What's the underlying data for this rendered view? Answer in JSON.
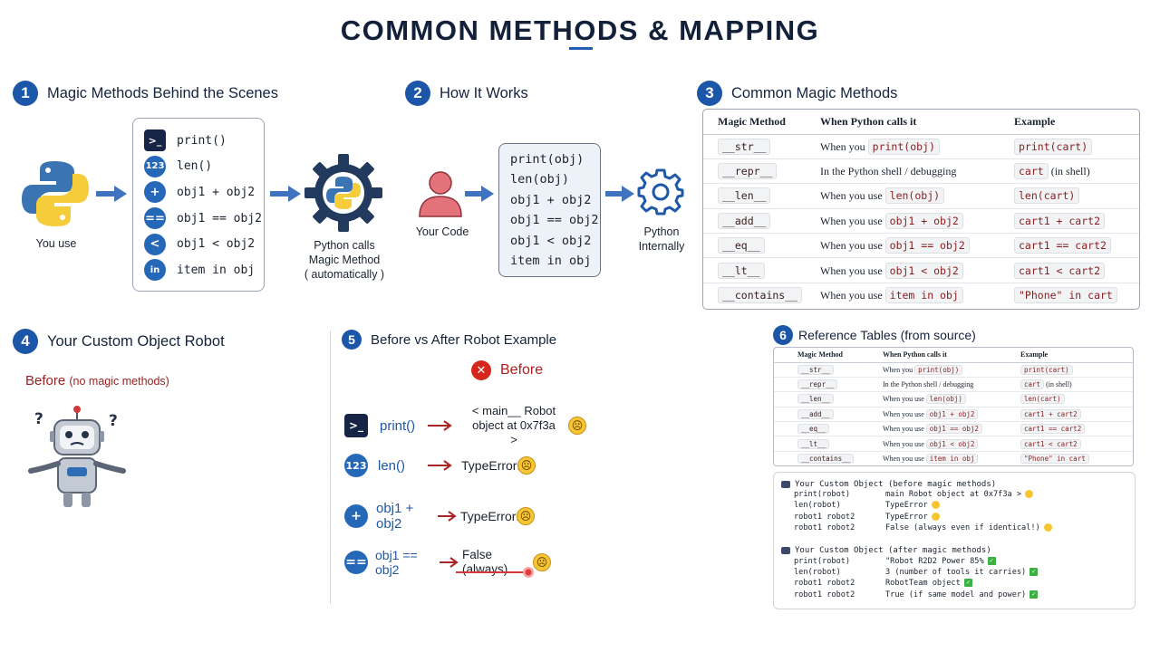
{
  "title": "COMMON METHODS & MAPPING",
  "colors": {
    "brand_blue": "#1b56a8",
    "icon_blue": "#2668b8",
    "error_red": "#b11c1c",
    "dark_navy": "#12203a"
  },
  "sections": {
    "s1": {
      "number": "1",
      "title": "Magic Methods  Behind the Scenes"
    },
    "s2": {
      "number": "2",
      "title": "How It Works"
    },
    "s3": {
      "number": "3",
      "title": "Common Magic Methods"
    },
    "s4": {
      "number": "4",
      "title": "Your Custom Object  Robot"
    },
    "s5": {
      "number": "5",
      "title": "Before vs After  Robot Example"
    },
    "s6": {
      "number": "6",
      "title": "Reference Tables (from source)"
    }
  },
  "panel1": {
    "you_use": "You use",
    "ops": [
      {
        "icon": "terminal-icon",
        "glyph": ">_",
        "code": "print()"
      },
      {
        "icon": "number-icon",
        "glyph": "123",
        "code": "len()"
      },
      {
        "icon": "plus-icon",
        "glyph": "+",
        "code": "obj1 + obj2"
      },
      {
        "icon": "equals-icon",
        "glyph": "==",
        "code": "obj1 == obj2"
      },
      {
        "icon": "less-than-icon",
        "glyph": "<",
        "code": "obj1 < obj2"
      },
      {
        "icon": "in-icon",
        "glyph": "in",
        "code": "item in obj"
      }
    ],
    "caption": [
      "Python calls",
      "Magic Method",
      "( automatically )"
    ]
  },
  "panel2": {
    "your_code": "Your Code",
    "code_lines": [
      "print(obj)",
      "len(obj)",
      "obj1 + obj2",
      "obj1 == obj2",
      "obj1 < obj2",
      "item in obj"
    ],
    "internally": [
      "Python",
      "Internally"
    ]
  },
  "panel3": {
    "headers": [
      "Magic Method",
      "When Python calls it",
      "Example"
    ],
    "rows": [
      {
        "method": "__str__",
        "when_prefix": "When you ",
        "when_code": "print(obj)",
        "example": "print(cart)",
        "example_suffix": ""
      },
      {
        "method": "__repr__",
        "when_prefix": "In the Python shell / debugging",
        "when_code": "",
        "example": "cart",
        "example_suffix": " (in shell)"
      },
      {
        "method": "__len__",
        "when_prefix": "When you use ",
        "when_code": "len(obj)",
        "example": "len(cart)",
        "example_suffix": ""
      },
      {
        "method": "__add__",
        "when_prefix": "When you use ",
        "when_code": "obj1 + obj2",
        "example": "cart1 + cart2",
        "example_suffix": ""
      },
      {
        "method": "__eq__",
        "when_prefix": "When you use ",
        "when_code": "obj1 == obj2",
        "example": "cart1 == cart2",
        "example_suffix": ""
      },
      {
        "method": "__lt__",
        "when_prefix": "When you use ",
        "when_code": "obj1 < obj2",
        "example": "cart1 < cart2",
        "example_suffix": ""
      },
      {
        "method": "__contains__",
        "when_prefix": "When you use ",
        "when_code": "item in obj",
        "example": "\"Phone\" in cart",
        "example_suffix": ""
      }
    ]
  },
  "panel4": {
    "before": "Before",
    "before_note": "(no magic methods)"
  },
  "panel5": {
    "before": "Before",
    "rows": [
      {
        "icon": "terminal-icon",
        "glyph": ">_",
        "op": "print()",
        "result": [
          "<   main__ Robot",
          "object at 0x7f3a   >"
        ]
      },
      {
        "icon": "number-icon",
        "glyph": "123",
        "op": "len()",
        "result": [
          "TypeError!"
        ]
      },
      {
        "icon": "plus-icon",
        "glyph": "+",
        "op": "obj1 + obj2",
        "result": [
          "TypeError!"
        ]
      },
      {
        "icon": "equals-icon",
        "glyph": "==",
        "op": "obj1 == obj2",
        "result": [
          "False (always)"
        ]
      }
    ]
  },
  "panel6": {
    "table_headers": [
      "Magic Method",
      "When Python calls it",
      "Example"
    ],
    "before_title": "Your Custom Object (before magic methods)",
    "before_lines": [
      {
        "c1": "print(robot)",
        "c2": "   main   Robot object at 0x7f3a   >",
        "mark": "sad"
      },
      {
        "c1": "len(robot)",
        "c2": "TypeError",
        "mark": "sad"
      },
      {
        "c1": "robot1    robot2",
        "c2": "TypeError",
        "mark": "sad"
      },
      {
        "c1": "robot1    robot2",
        "c2": "False (always  even if identical!)",
        "mark": "sad"
      }
    ],
    "after_title": "Your Custom Object (after magic methods)",
    "after_lines": [
      {
        "c1": "print(robot)",
        "c2": "\"Robot  R2D2   Power  85%",
        "mark": "check"
      },
      {
        "c1": "len(robot)",
        "c2": "3  (number of tools it carries)",
        "mark": "check"
      },
      {
        "c1": "robot1    robot2",
        "c2": "RobotTeam object",
        "mark": "check"
      },
      {
        "c1": "robot1    robot2",
        "c2": "True (if same model and power)",
        "mark": "check"
      }
    ]
  }
}
